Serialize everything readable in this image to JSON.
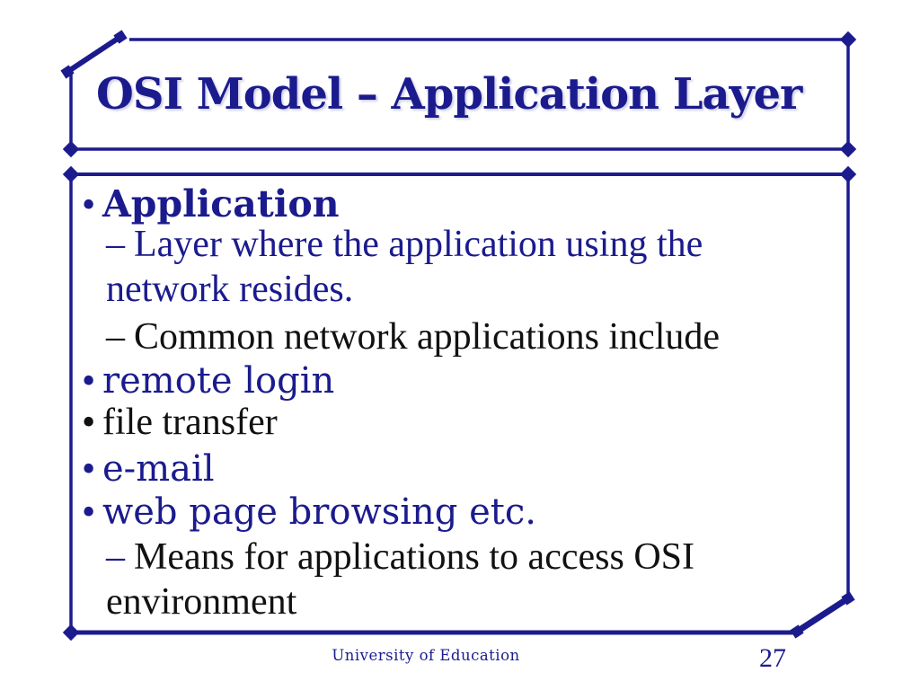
{
  "slide": {
    "title": "OSI Model – Application Layer",
    "items": [
      {
        "marker": "•",
        "lines": [
          "Application"
        ]
      },
      {
        "marker": "–",
        "lines": [
          "Layer where the application using the",
          "network resides."
        ]
      },
      {
        "marker": "–",
        "lines": [
          "Common network applications include"
        ]
      },
      {
        "marker": "•",
        "lines": [
          "remote login"
        ]
      },
      {
        "marker": "•",
        "lines": [
          "file transfer"
        ]
      },
      {
        "marker": "•",
        "lines": [
          "e-mail"
        ]
      },
      {
        "marker": "•",
        "lines": [
          "web page browsing etc."
        ]
      },
      {
        "marker": "–",
        "lines": [
          "Means for applications to access OSI",
          "environment"
        ]
      }
    ],
    "footer": {
      "institution": "University of Education",
      "page_number": "27"
    },
    "colors": {
      "navy": "#1b1b8e",
      "black": "#111111",
      "background": "#ffffff"
    }
  }
}
